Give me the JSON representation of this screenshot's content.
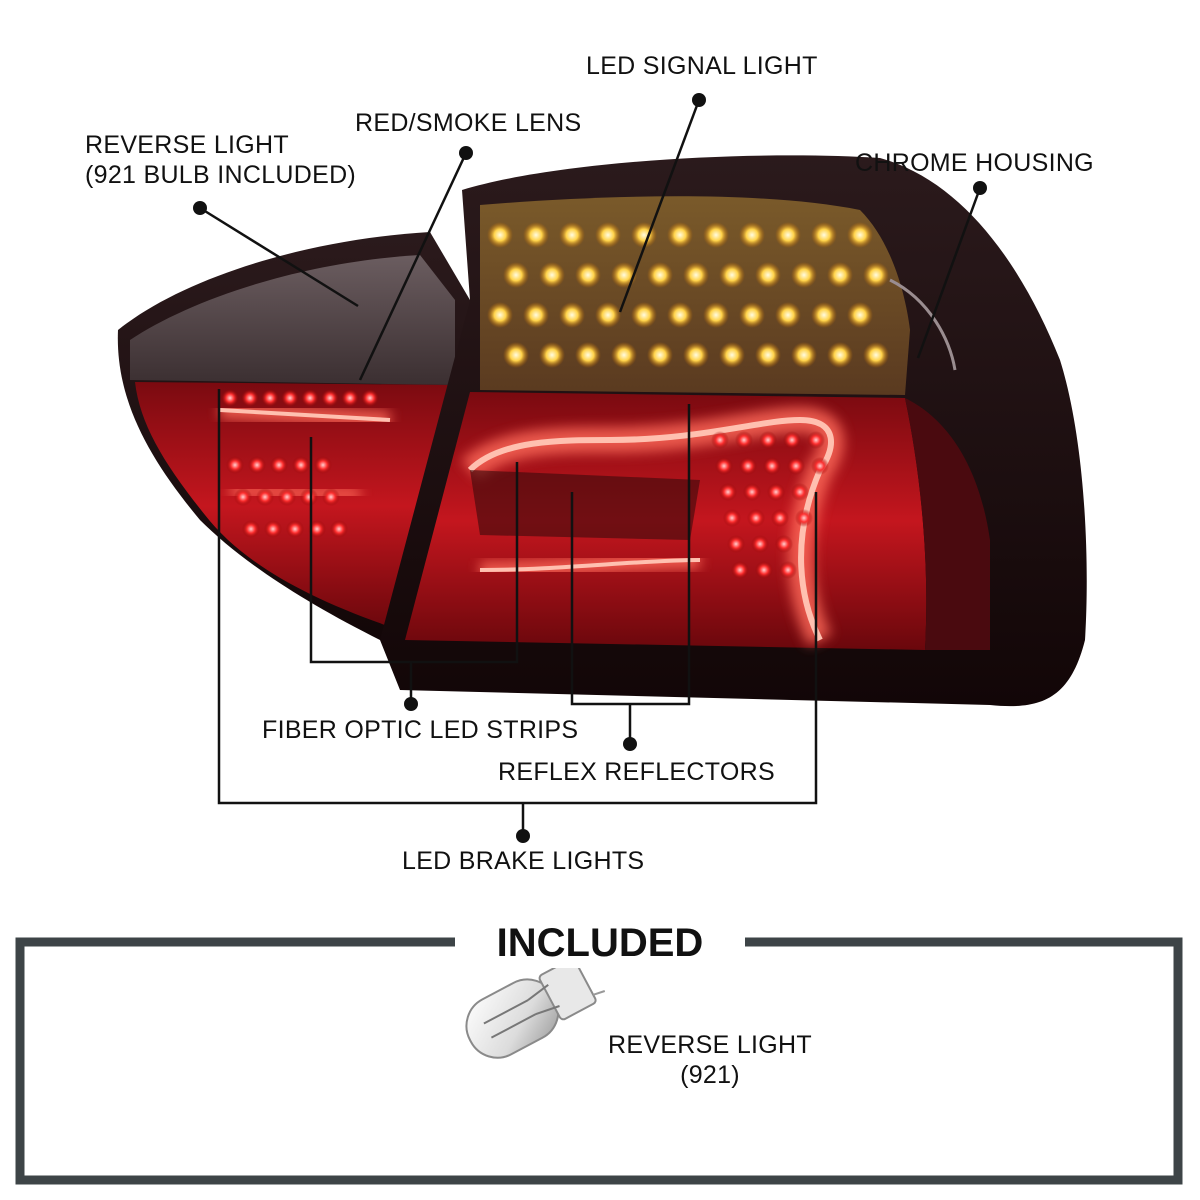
{
  "callouts": {
    "reverse_light_line1": "REVERSE LIGHT",
    "reverse_light_line2": "(921 BULB INCLUDED)",
    "red_smoke_lens": "RED/SMOKE LENS",
    "led_signal_light": "LED SIGNAL LIGHT",
    "chrome_housing": "CHROME HOUSING",
    "fiber_optic_led_strips": "FIBER OPTIC LED STRIPS",
    "reflex_reflectors": "REFLEX REFLECTORS",
    "led_brake_lights": "LED BRAKE LIGHTS"
  },
  "included": {
    "title": "INCLUDED",
    "item_line1": "REVERSE LIGHT",
    "item_line2": "(921)"
  },
  "colors": {
    "housing": "#1a0c0e",
    "smoke": "#5a4a4c",
    "lens_red": "#c0161c",
    "lens_glow": "#ff5a4a",
    "amber": "#ffb020",
    "frame": "#3d4447"
  }
}
